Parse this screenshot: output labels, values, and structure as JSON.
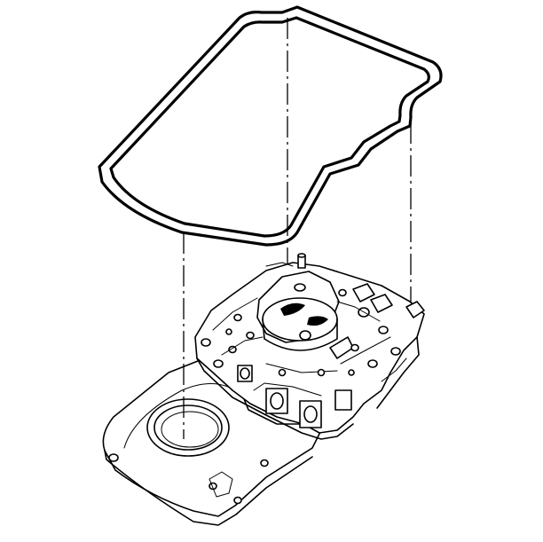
{
  "diagram": {
    "parts": [
      {
        "id": "pan-gasket",
        "icon": "gasket-outline-icon"
      },
      {
        "id": "valve-body",
        "icon": "valve-body-assembly-icon"
      },
      {
        "id": "case-cover",
        "icon": "case-cover-plate-icon"
      }
    ],
    "alignment_lines": 3,
    "colors": {
      "stroke": "#000000",
      "background": "#ffffff"
    }
  }
}
